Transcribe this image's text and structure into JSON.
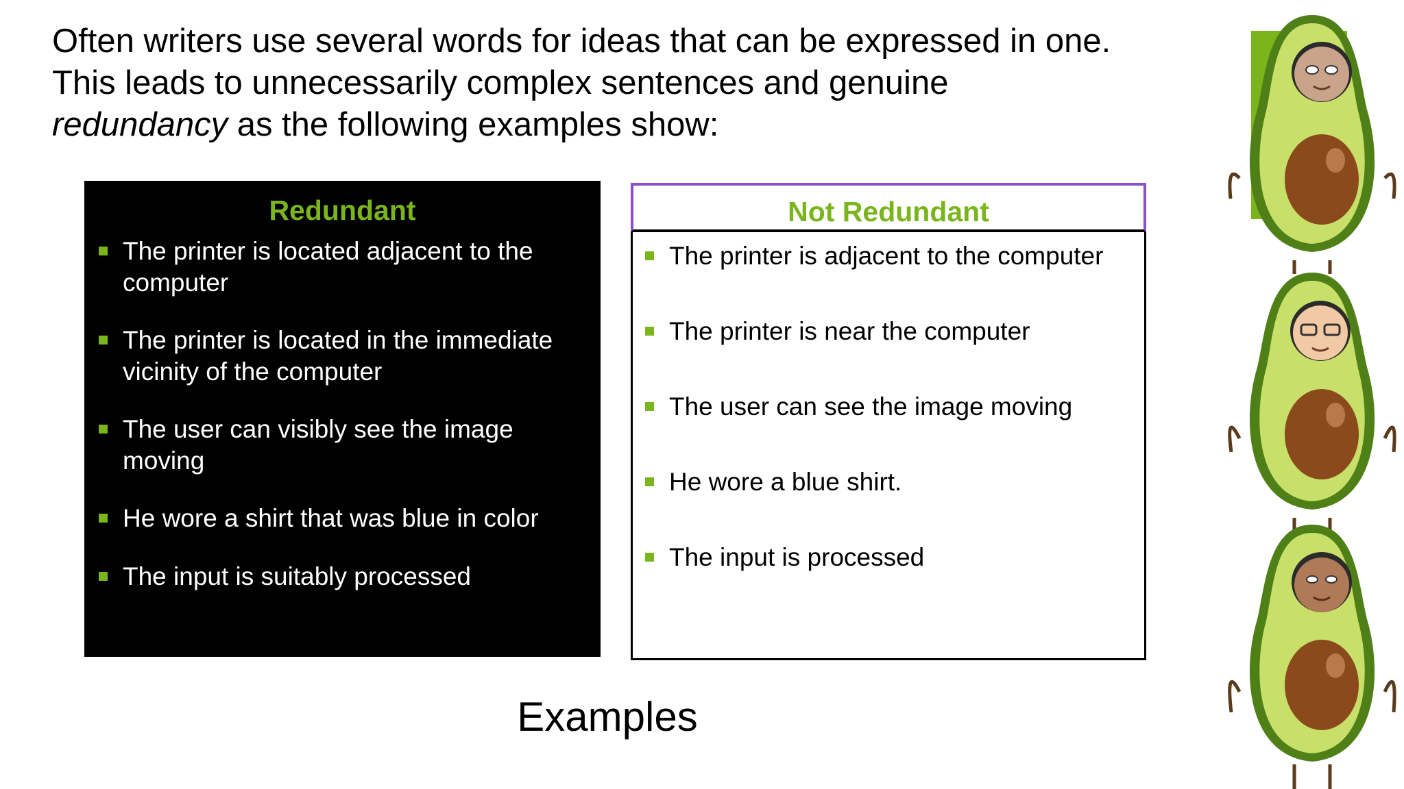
{
  "intro": {
    "line1": "Often writers use several words for ideas that can be expressed in one.",
    "line2": "This leads to unnecessarily complex sentences and genuine",
    "line3_emphasis": "redundancy",
    "line3_rest": " as the following examples show:"
  },
  "redundant": {
    "heading": "Redundant",
    "items": [
      "The printer is located adjacent to the computer",
      "The printer is located in the immediate vicinity of the computer",
      "The user can visibly see the image moving",
      "He wore a shirt that was blue in color",
      "The input is suitably processed"
    ]
  },
  "not_redundant": {
    "heading": "Not Redundant",
    "items": [
      "The printer is adjacent to the computer",
      "The printer is near the computer",
      "The user can see the image moving",
      "He wore a blue shirt.",
      "The input is processed"
    ]
  },
  "caption": "Examples",
  "colors": {
    "accent": "#7ab51d",
    "heading_border": "#8a4fd1",
    "avocado_skin": "#5f8d1e",
    "avocado_flesh": "#c7e06a",
    "avocado_pit": "#8a4a1c"
  },
  "avatars": [
    {
      "icon": "avocado-avatar-icon"
    },
    {
      "icon": "avocado-avatar-glasses-icon"
    },
    {
      "icon": "avocado-avatar-icon"
    }
  ]
}
